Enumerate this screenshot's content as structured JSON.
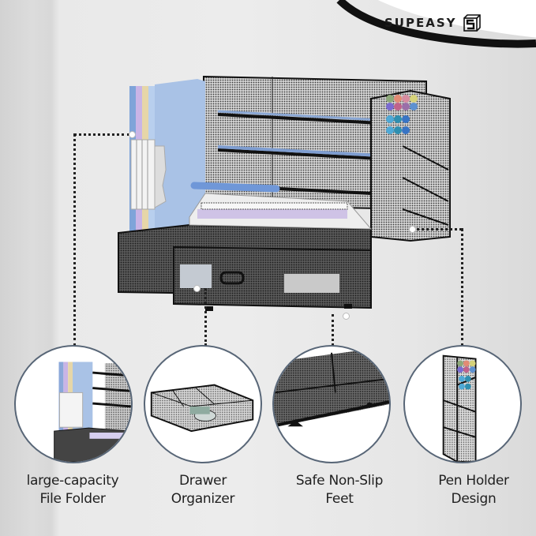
{
  "brand": {
    "name": "SUPEASY",
    "logo_icon": "cube-s-logo-icon"
  },
  "product": {
    "description": "Black mesh desk organizer with file sorter, slanted tray shelves, pen holder and pull-out drawer"
  },
  "features": [
    {
      "line1": "large-capacity",
      "line2": "File Folder",
      "image_icon": "file-folder-closeup"
    },
    {
      "line1": "Drawer",
      "line2": "Organizer",
      "image_icon": "drawer-closeup"
    },
    {
      "line1": "Safe Non-Slip",
      "line2": "Feet",
      "image_icon": "non-slip-feet-closeup"
    },
    {
      "line1": "Pen Holder",
      "line2": "Design",
      "image_icon": "pen-holder-closeup"
    }
  ],
  "colors": {
    "circle_border": "#586677",
    "text": "#1f1f1f",
    "mesh": "#1a1a1a",
    "folder_blue": "#9fbbe0",
    "folder_purple": "#c9b4e6",
    "folder_yellow": "#e6d6a8"
  }
}
